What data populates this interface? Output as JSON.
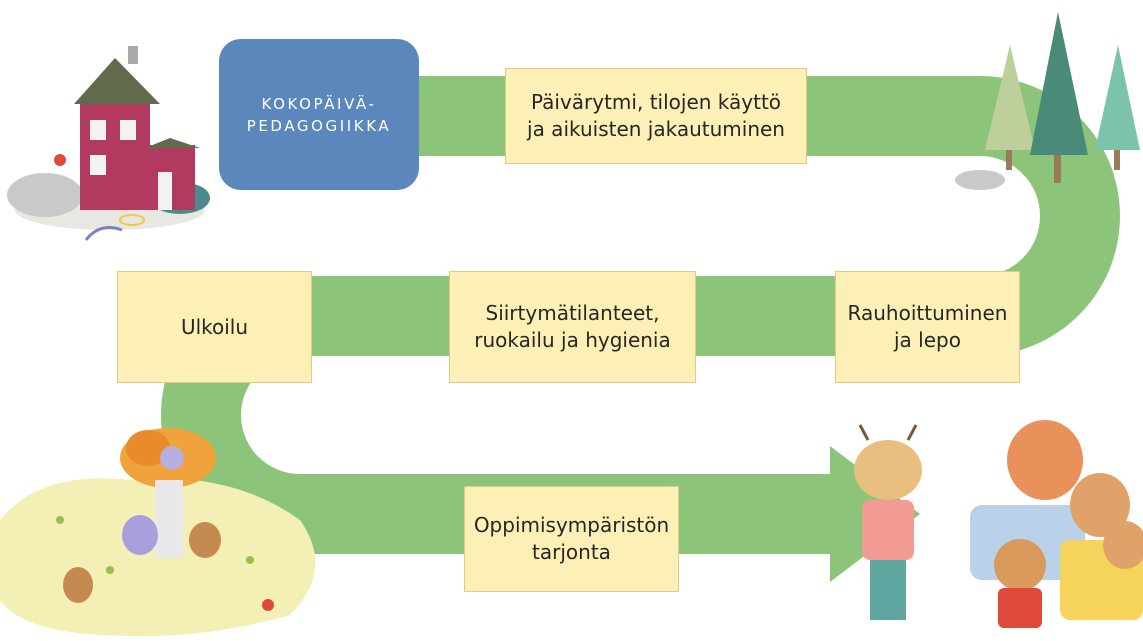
{
  "title": "KOKOPÄIVÄ-\nPEDAGOGIIKKA",
  "steps": [
    "Päivärytmi, tilojen käyttö\nja aikuisten jakautuminen",
    "Rauhoittuminen\nja lepo",
    "Siirtymätilanteet,\nruokailu ja hygienia",
    "Ulkoilu",
    "Oppimisympäristön\ntarjonta"
  ],
  "colors": {
    "path": "#8cc57a",
    "box_fill": "#fdf0b6",
    "box_border": "#e2c987",
    "title_fill": "#5b87bc"
  },
  "illustrations": [
    "house-illustration",
    "trees-illustration",
    "meadow-animals-illustration",
    "deer-bear-family-illustration"
  ]
}
